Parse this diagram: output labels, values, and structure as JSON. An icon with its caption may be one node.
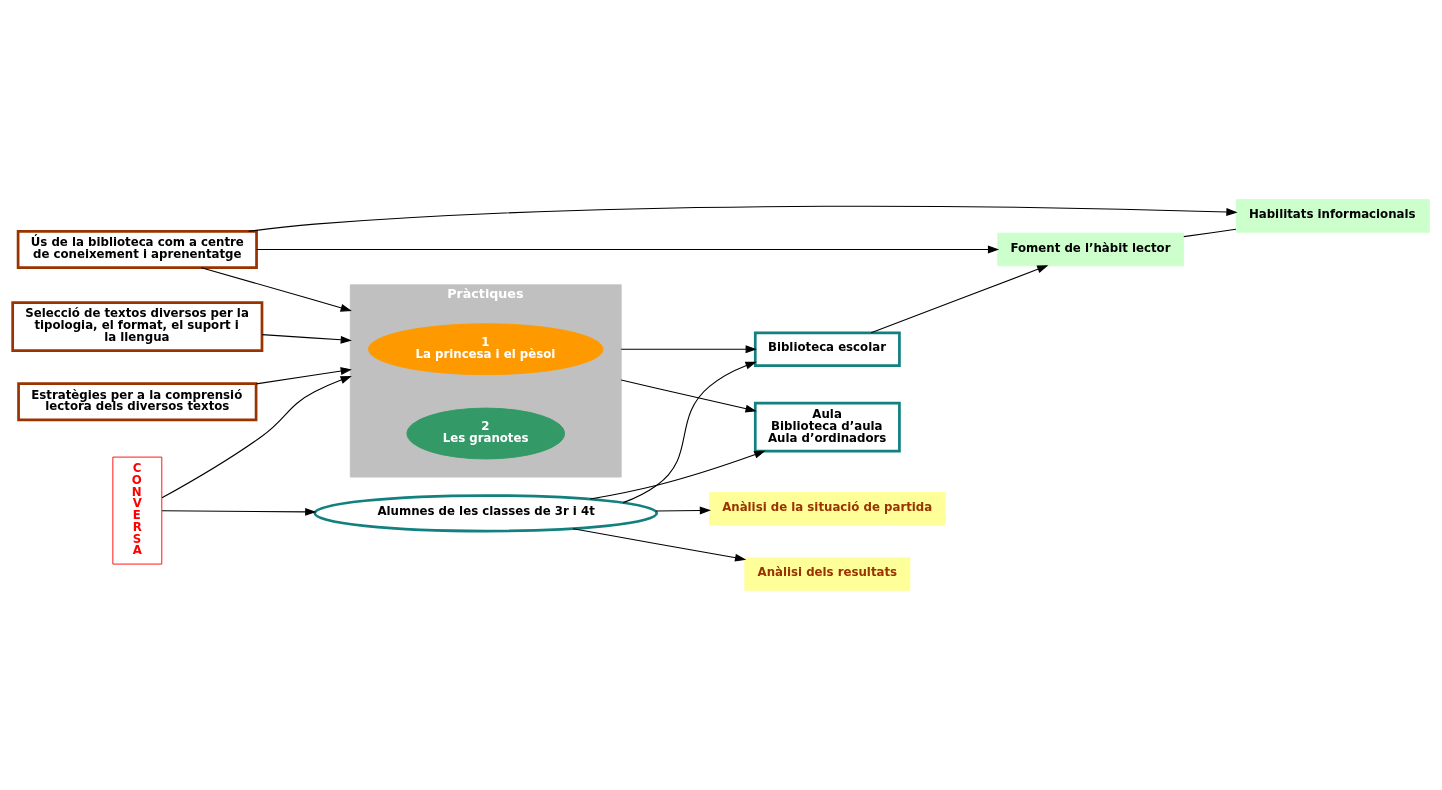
{
  "diagram": {
    "nodes": [
      {
        "text": [
          "Aula",
          "Biblioteca d’aula",
          "Aula d’ordinadors"
        ]
      },
      {
        "text": [
          "Anàlisi de la situació de partida"
        ]
      },
      {
        "text": [
          "Selecció de textos diversos per la tipologia, el format, el suport i la llengua"
        ]
      },
      {
        "text": [
          "Alumnes de les classes de 3r i 4t"
        ]
      },
      {
        "text": [
          "CONVERSA"
        ]
      },
      {
        "text": [
          "Pràctiques"
        ]
      },
      {
        "text": [
          "1",
          "La princesa i el pèsol"
        ],
        "in": 5
      },
      {
        "text": [
          "2",
          "Les granotes"
        ],
        "in": 5
      },
      {
        "text": [
          "Estratègies per a la comprensió lectora dels diversos textos"
        ]
      },
      {
        "text": [
          "Ús de la biblioteca com a centre de coneixement i aprenentatge"
        ]
      },
      {
        "text": [
          "Anàlisi dels resultats"
        ]
      },
      {
        "text": [
          "Biblioteca escolar"
        ]
      },
      {
        "text": [
          "Foment de l’hàbit lector"
        ]
      },
      {
        "text": [
          "Habilitats informacionals"
        ]
      }
    ],
    "edges": [
      {
        "from": 3,
        "to": 0,
        "arrow": "to"
      },
      {
        "from": 5,
        "to": 0,
        "arrow": "to"
      },
      {
        "from": 3,
        "to": 1,
        "arrow": "to"
      },
      {
        "from": 4,
        "to": 3,
        "arrow": "to"
      },
      {
        "from": 4,
        "to": 5,
        "arrow": "to"
      },
      {
        "from": 2,
        "to": 5,
        "arrow": "to"
      },
      {
        "from": 8,
        "to": 5,
        "arrow": "to"
      },
      {
        "from": 9,
        "to": 5,
        "arrow": "to"
      },
      {
        "from": 3,
        "to": 10,
        "arrow": "to"
      },
      {
        "from": 3,
        "to": 11,
        "arrow": "to"
      },
      {
        "from": 5,
        "to": 11,
        "arrow": "to"
      },
      {
        "from": 9,
        "to": 12,
        "arrow": "to"
      },
      {
        "from": 9,
        "to": 13,
        "arrow": "to"
      },
      {
        "from": 11,
        "to": 12,
        "arrow": "to"
      },
      {
        "from": 12,
        "to": 13,
        "arrow": "none"
      }
    ]
  }
}
